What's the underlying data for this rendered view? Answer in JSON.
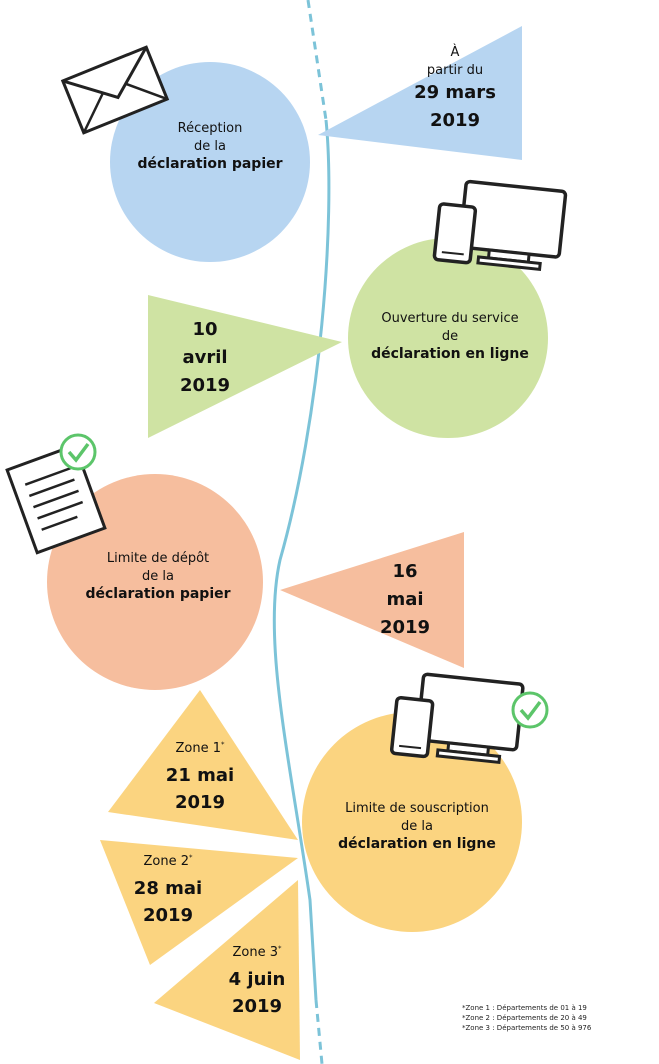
{
  "timeline": {
    "step1": {
      "label_line1": "Réception",
      "label_line2": "de la",
      "label_bold": "déclaration papier",
      "date_prefix1": "À",
      "date_prefix2": "partir du",
      "date_day": "29 mars",
      "date_year": "2019",
      "color": "#b7d5f1",
      "icon": "envelope-icon"
    },
    "step2": {
      "label_line1": "Ouverture du service",
      "label_line2": "de",
      "label_bold": "déclaration en ligne",
      "date_day": "10",
      "date_month": "avril",
      "date_year": "2019",
      "color": "#cfe3a3",
      "icon": "devices-icon"
    },
    "step3": {
      "label_line1": "Limite de dépôt",
      "label_line2": "de la",
      "label_bold": "déclaration papier",
      "date_day": "16",
      "date_month": "mai",
      "date_year": "2019",
      "color": "#f6be9e",
      "icon": "document-check-icon"
    },
    "step4": {
      "label_line1": "Limite de souscription",
      "label_line2": "de la",
      "label_bold": "déclaration en ligne",
      "color": "#fbd480",
      "icon": "devices-check-icon",
      "zones": [
        {
          "label": "Zone 1",
          "marker": "*",
          "date": "21 mai",
          "year": "2019"
        },
        {
          "label": "Zone 2",
          "marker": "*",
          "date": "28 mai",
          "year": "2019"
        },
        {
          "label": "Zone 3",
          "marker": "*",
          "date": "4 juin",
          "year": "2019"
        }
      ]
    }
  },
  "footnotes": [
    "*Zone 1 : Départements de 01 à 19",
    "*Zone 2 : Départements de 20 à 49",
    "*Zone 3 : Départements de 50 à 976"
  ],
  "colors": {
    "timeline": "#7cc3d8",
    "check": "#5cc56a"
  }
}
